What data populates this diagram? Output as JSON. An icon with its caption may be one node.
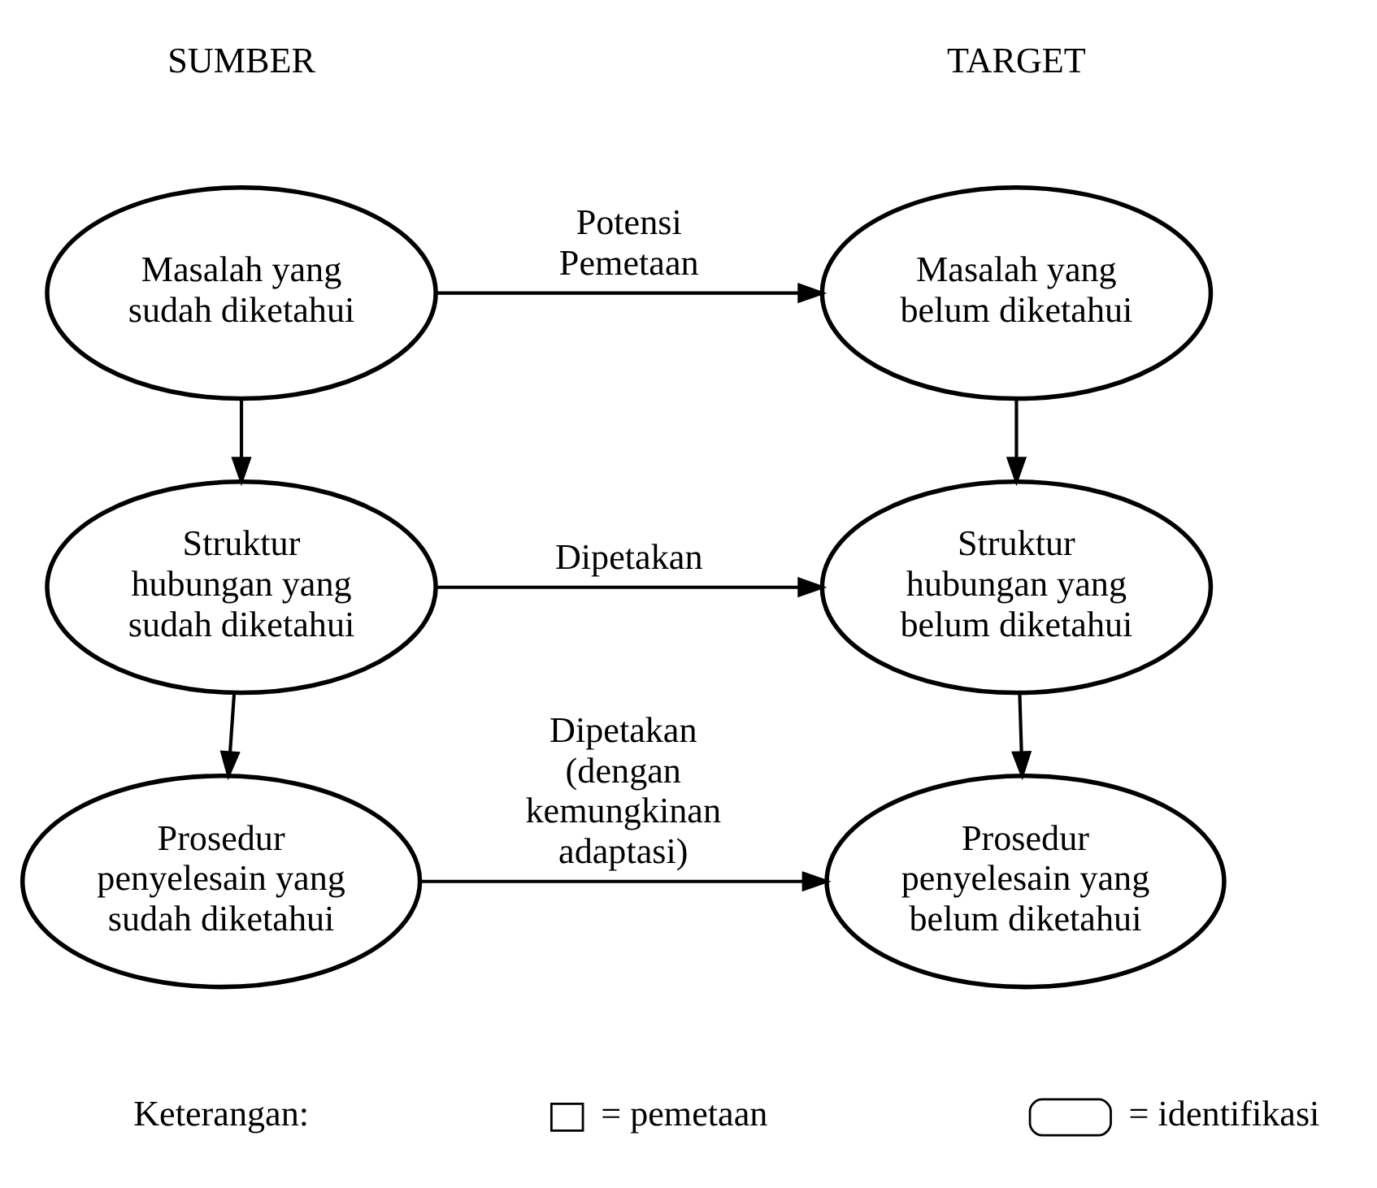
{
  "diagram": {
    "nodes": [
      {
        "text": [
          "Masalah yang sudah diketahui"
        ]
      },
      {
        "text": [
          "Masalah yang belum diketahui"
        ]
      },
      {
        "text": [
          "Struktur hubungan yang sudah diketahui"
        ]
      },
      {
        "text": [
          "Struktur hubungan yang belum diketahui"
        ]
      },
      {
        "text": [
          "Prosedur penyelesain yang sudah diketahui"
        ]
      },
      {
        "text": [
          "Prosedur penyelesain yang belum diketahui"
        ]
      }
    ],
    "edges": [
      {
        "from": 0,
        "to": 1,
        "arrow": "to",
        "label": "Potensi Pemetaan"
      },
      {
        "from": 0,
        "to": 2,
        "arrow": "to"
      },
      {
        "from": 1,
        "to": 3,
        "arrow": "to"
      },
      {
        "from": 2,
        "to": 3,
        "arrow": "to",
        "label": "Dipetakan"
      },
      {
        "from": 2,
        "to": 4,
        "arrow": "to"
      },
      {
        "from": 3,
        "to": 5,
        "arrow": "to"
      },
      {
        "from": 4,
        "to": 5,
        "arrow": "to",
        "label": "Dipetakan (dengan kemungkinan adaptasi)"
      }
    ],
    "labels": [
      "SUMBER",
      "TARGET",
      "Keterangan:"
    ],
    "legend": [
      {
        "text": "= pemetaan"
      },
      {
        "text": "= identifikasi"
      }
    ]
  }
}
